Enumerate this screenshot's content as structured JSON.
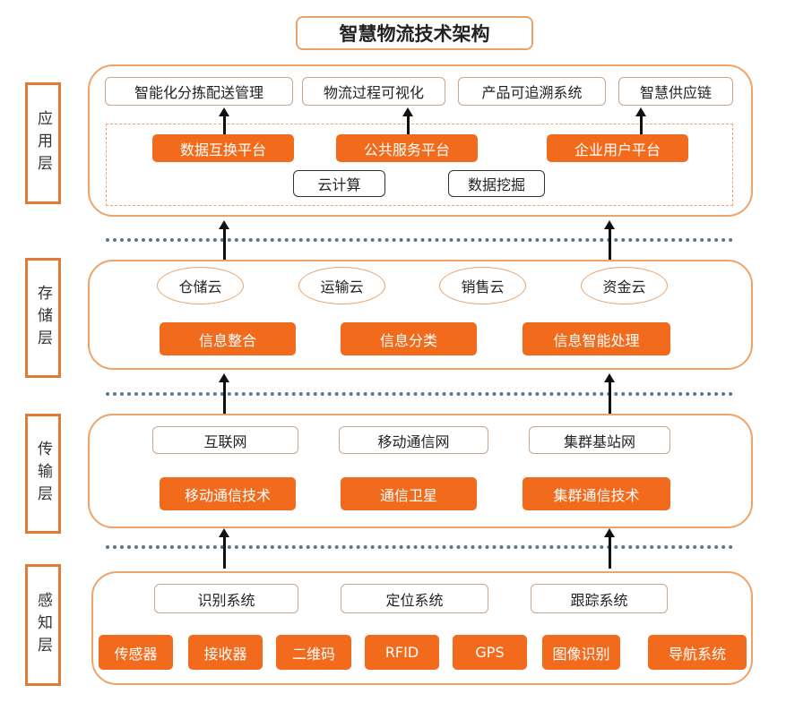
{
  "title": "智慧物流技术架构",
  "layers": {
    "app": "应用层",
    "storage": "存储层",
    "transport": "传输层",
    "perception": "感知层"
  },
  "app": {
    "top": [
      "智能化分拣配送管理",
      "物流过程可视化",
      "产品可追溯系统",
      "智慧供应链"
    ],
    "platforms": [
      "数据互换平台",
      "公共服务平台",
      "企业用户平台"
    ],
    "tech": [
      "云计算",
      "数据挖掘"
    ]
  },
  "storage": {
    "clouds": [
      "仓储云",
      "运输云",
      "销售云",
      "资金云"
    ],
    "processing": [
      "信息整合",
      "信息分类",
      "信息智能处理"
    ]
  },
  "transport": {
    "networks": [
      "互联网",
      "移动通信网",
      "集群基站网"
    ],
    "tech": [
      "移动通信技术",
      "通信卫星",
      "集群通信技术"
    ]
  },
  "perception": {
    "systems": [
      "识别系统",
      "定位系统",
      "跟踪系统"
    ],
    "devices": [
      "传感器",
      "接收器",
      "二维码",
      "RFID",
      "GPS",
      "图像识别",
      "导航系统"
    ]
  }
}
